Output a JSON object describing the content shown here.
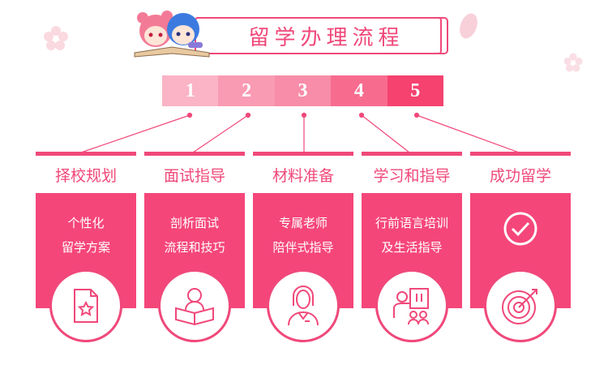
{
  "title": "留学办理流程",
  "steps": [
    {
      "number": "1",
      "label": "择校规划",
      "desc1": "个性化",
      "desc2": "留学方案",
      "icon": "document-star-icon"
    },
    {
      "number": "2",
      "label": "面试指导",
      "desc1": "剖析面试",
      "desc2": "流程和技巧",
      "icon": "reader-book-icon"
    },
    {
      "number": "3",
      "label": "材料准备",
      "desc1": "专属老师",
      "desc2": "陪伴式指导",
      "icon": "teacher-icon"
    },
    {
      "number": "4",
      "label": "学习和指导",
      "desc1": "行前语言培训",
      "desc2": "及生活指导",
      "icon": "presenter-icon"
    },
    {
      "number": "5",
      "label": "成功留学",
      "desc1": "",
      "desc2": "",
      "icon": "target-icon"
    }
  ],
  "colors": {
    "accent": "#f0487a",
    "num_cells": [
      "#fbb3c6",
      "#f99bb3",
      "#f78da8",
      "#f76b8f",
      "#f5426f"
    ]
  }
}
